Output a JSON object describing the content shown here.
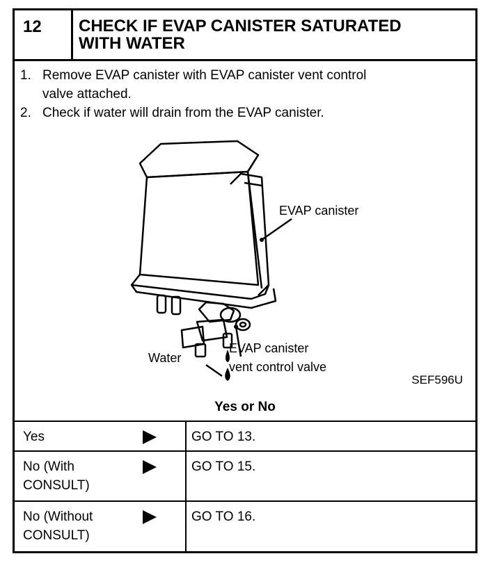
{
  "header": {
    "step_number": "12",
    "title_line1": "CHECK IF EVAP CANISTER SATURATED",
    "title_line2": "WITH WATER"
  },
  "steps": [
    {
      "num": "1.",
      "text_line1": "Remove EVAP canister with EVAP canister vent control",
      "text_line2": "valve attached."
    },
    {
      "num": "2.",
      "text_line1": "Check if water will drain from the EVAP canister."
    }
  ],
  "figure": {
    "label_canister": "EVAP canister",
    "label_water": "Water",
    "label_valve_line1": "EVAP canister",
    "label_valve_line2": "vent control valve",
    "code": "SEF596U"
  },
  "decision": {
    "heading": "Yes or No",
    "rows": [
      {
        "answer_line1": "Yes",
        "answer_line2": "",
        "action": "GO TO 13."
      },
      {
        "answer_line1": "No (With",
        "answer_line2": "CONSULT)",
        "action": "GO TO 15."
      },
      {
        "answer_line1": "No (Without",
        "answer_line2": "CONSULT)",
        "action": "GO TO 16."
      }
    ]
  }
}
